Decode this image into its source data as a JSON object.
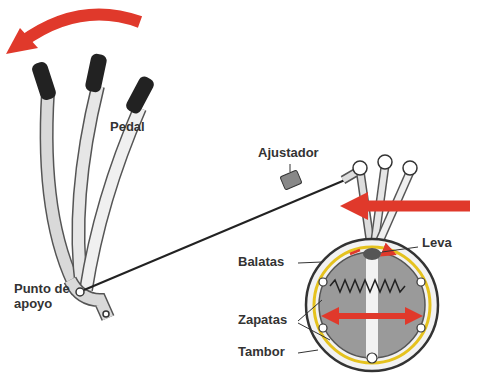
{
  "diagram": {
    "labels": [
      "Pedal",
      "Ajustador",
      "Punto de apoyo",
      "Leva",
      "Balatas",
      "Zapatas",
      "Tambor"
    ]
  }
}
